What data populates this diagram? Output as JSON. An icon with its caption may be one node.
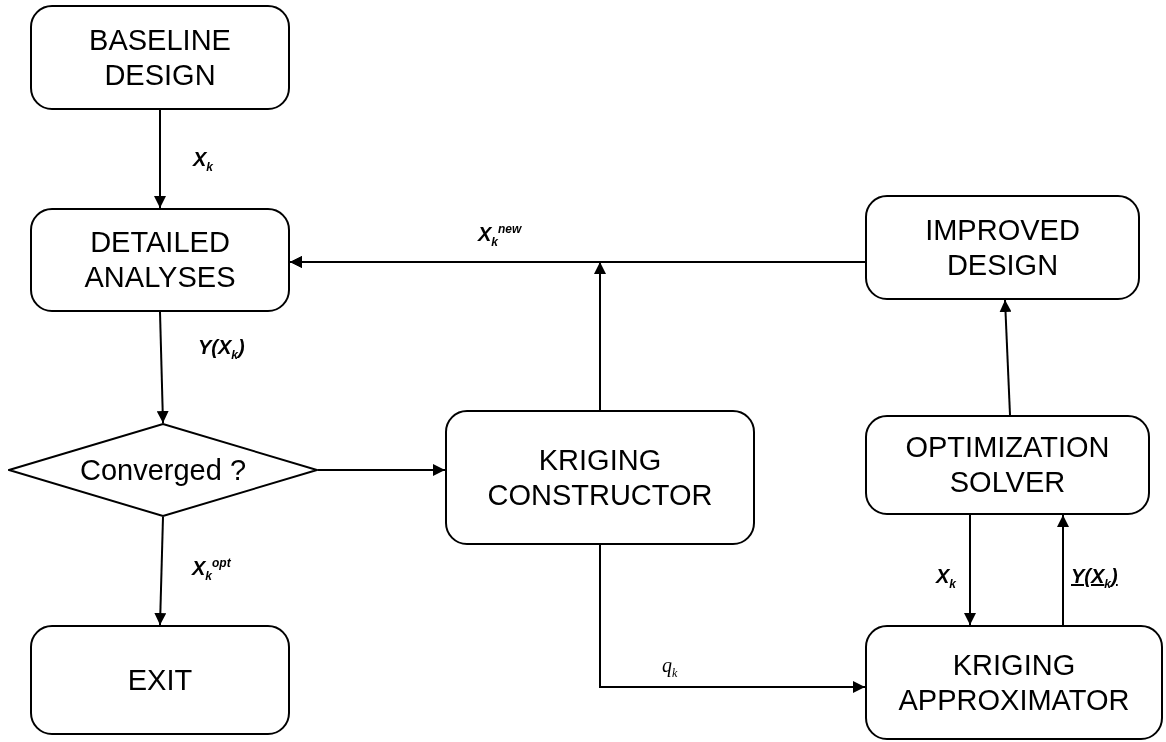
{
  "diagram": {
    "nodes": [
      {
        "text": [
          "BASELINE DESIGN"
        ]
      },
      {
        "text": [
          "DETAILED ANALYSES"
        ]
      },
      {
        "text": [
          "Converged ?"
        ]
      },
      {
        "text": [
          "EXIT"
        ]
      },
      {
        "text": [
          "KRIGING CONSTRUCTOR"
        ]
      },
      {
        "text": [
          "IMPROVED DESIGN"
        ]
      },
      {
        "text": [
          "OPTIMIZATION SOLVER"
        ]
      },
      {
        "text": [
          "KRIGING APPROXIMATOR"
        ]
      }
    ],
    "edges": [
      {
        "from": 0,
        "to": 1,
        "arrow": "to",
        "label": "X$_{k}$"
      },
      {
        "from": 1,
        "to": 2,
        "arrow": "to",
        "label": "Y(X$_{k}$)"
      },
      {
        "from": 2,
        "to": 3,
        "arrow": "to",
        "label": "X$_{k}$$^{opt}$"
      },
      {
        "from": 2,
        "to": 4,
        "arrow": "to"
      },
      {
        "from": 4,
        "to": 1,
        "arrow": "to"
      },
      {
        "from": 5,
        "to": 1,
        "arrow": "to",
        "label": "X$_{k}$$^{new}$"
      },
      {
        "from": 4,
        "to": 7,
        "arrow": "to",
        "label": "q$_{k}$"
      },
      {
        "from": 6,
        "to": 5,
        "arrow": "to"
      },
      {
        "from": 6,
        "to": 7,
        "arrow": "to",
        "label": "X$_{k}$"
      },
      {
        "from": 7,
        "to": 6,
        "arrow": "to",
        "label": "Y(X$_{k}$)"
      }
    ]
  }
}
